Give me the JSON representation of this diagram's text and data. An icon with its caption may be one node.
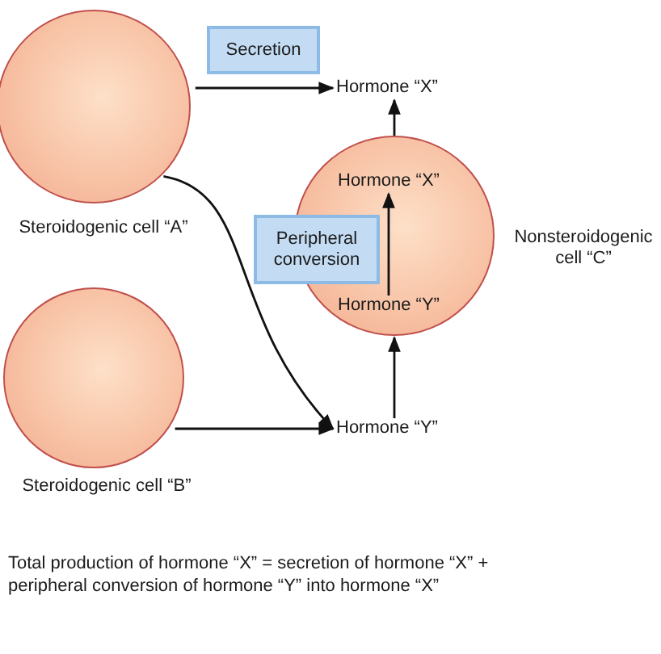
{
  "diagram": {
    "caption": "Total production of hormone “X” = secretion of hormone “X” + peripheral conversion of hormone “Y” into hormone “X”",
    "nodes": [
      {
        "text": [],
        "shape": "circle",
        "beside": [
          "Steroidogenic cell “A”"
        ]
      },
      {
        "text": [
          "Secretion"
        ]
      },
      {
        "text": [
          "Hormone “X”"
        ]
      },
      {
        "text": [],
        "shape": "circle",
        "beside": [
          "Nonsteroidogenic cell “C”"
        ]
      },
      {
        "text": [
          "Hormone “X”"
        ],
        "in": 3
      },
      {
        "text": [
          "Peripheral conversion"
        ]
      },
      {
        "text": [
          "Hormone “Y”"
        ],
        "in": 3
      },
      {
        "text": [],
        "shape": "circle",
        "beside": [
          "Steroidogenic cell “B”"
        ]
      },
      {
        "text": [
          "Hormone “Y”"
        ]
      }
    ],
    "edges": [
      {
        "from": 0,
        "to": 2,
        "arrow": "to"
      },
      {
        "from": 0,
        "to": 8,
        "arrow": "to"
      },
      {
        "from": 7,
        "to": 8,
        "arrow": "to"
      },
      {
        "from": 8,
        "to": 3,
        "arrow": "to"
      },
      {
        "from": 3,
        "to": 2,
        "arrow": "to"
      },
      {
        "from": 6,
        "to": 4,
        "arrow": "to"
      }
    ]
  }
}
